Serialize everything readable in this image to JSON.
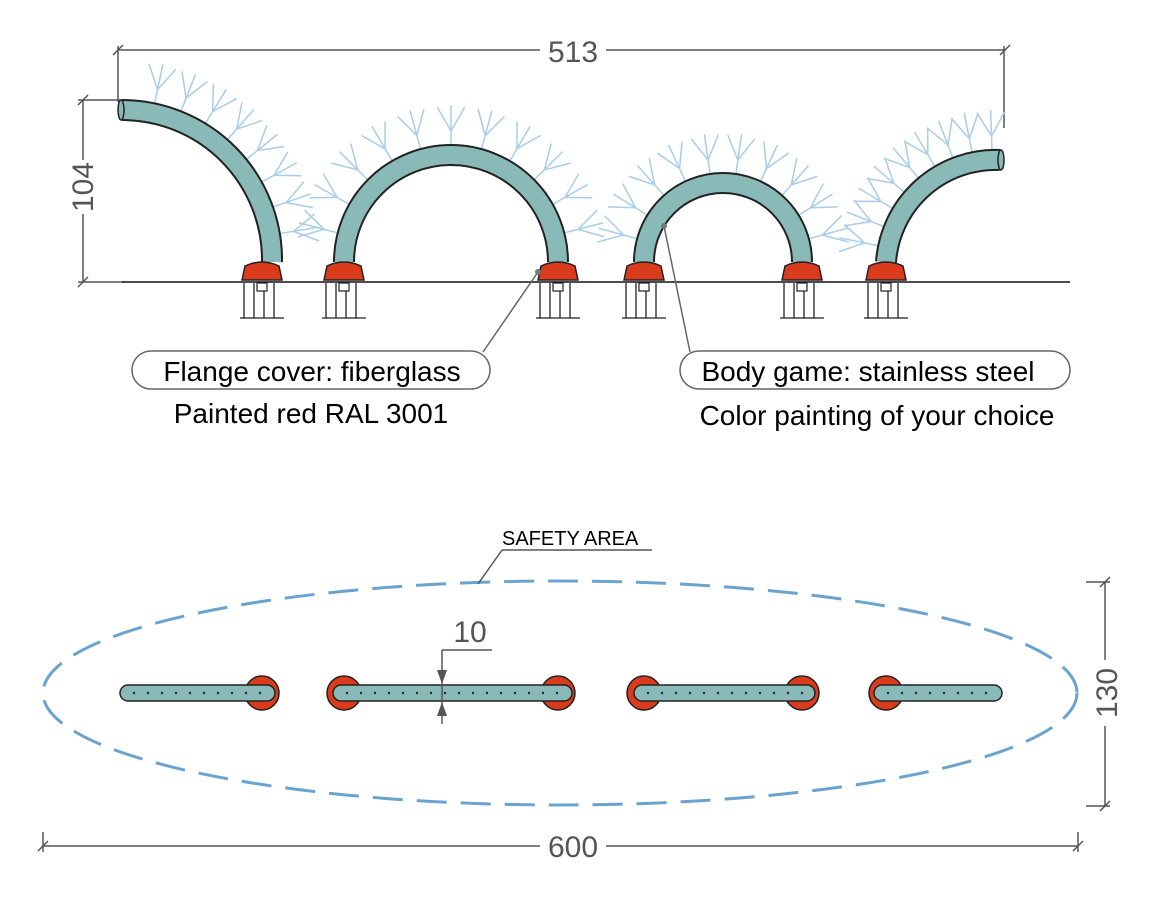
{
  "dimensions": {
    "total_width_top": "513",
    "height": "104",
    "tube_diameter": "10",
    "area_depth": "130",
    "area_length": "600"
  },
  "labels": {
    "flange_cover": "Flange cover: fiberglass",
    "flange_paint": "Painted red RAL 3001",
    "body_game": "Body game: stainless steel",
    "body_paint": "Color painting of your choice",
    "safety_area": "SAFETY AREA"
  },
  "colors": {
    "tube": "#89bab7",
    "flange": "#d93b1c",
    "spray": "#a8cdea",
    "safety": "#6aa3cf",
    "dimension": "#555555"
  }
}
